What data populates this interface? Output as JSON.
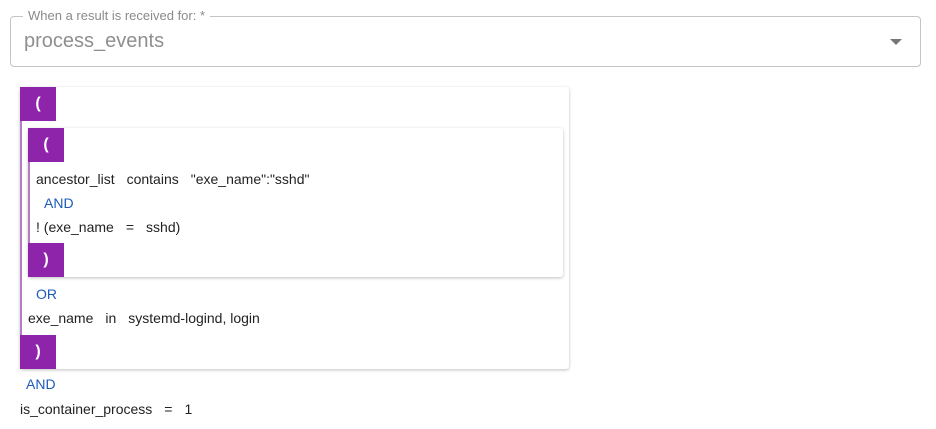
{
  "result_field": {
    "label": "When a result is received for: *",
    "value": "process_events"
  },
  "query": {
    "outer_open": "(",
    "inner_open": "(",
    "inner_cond1": {
      "field": "ancestor_list",
      "operator": "contains",
      "value": "\"exe_name\":\"sshd\""
    },
    "inner_join": "AND",
    "inner_cond2": {
      "prefix": "! (",
      "field": "exe_name",
      "operator": "=",
      "value": "sshd)"
    },
    "inner_close": ")",
    "outer_join": "OR",
    "outer_cond": {
      "field": "exe_name",
      "operator": "in",
      "value": "systemd-logind, login"
    },
    "outer_close": ")",
    "top_join": "AND",
    "top_cond": {
      "field": "is_container_process",
      "operator": "=",
      "value": "1"
    }
  },
  "colors": {
    "accent": "#8e24aa",
    "operator": "#1e5bb8"
  }
}
